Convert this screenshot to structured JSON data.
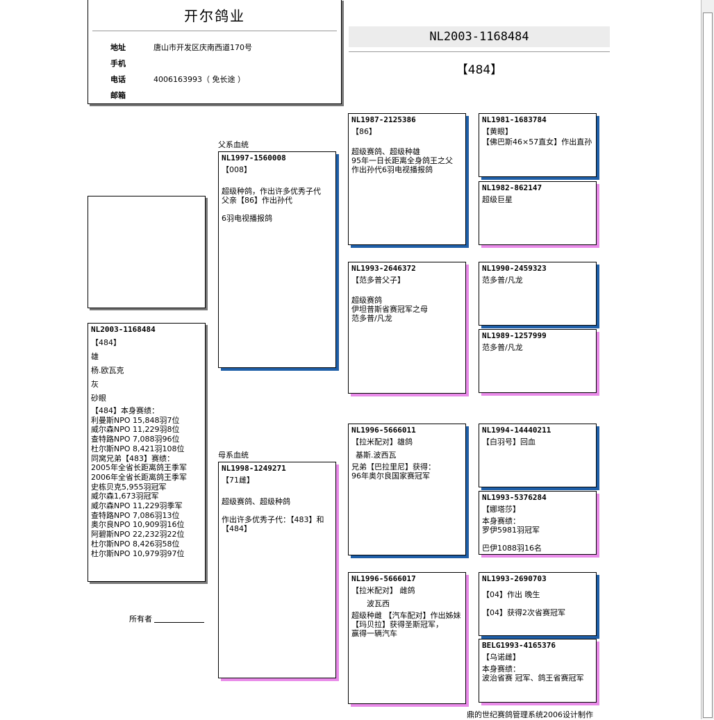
{
  "company": {
    "name": "开尔鸽业",
    "address_label": "地址",
    "address": "唐山市开发区庆南西道170号",
    "mobile_label": "手机",
    "mobile": "",
    "phone_label": "电话",
    "phone": "4006163993（ 免长途 ）",
    "email_label": "邮箱",
    "email": ""
  },
  "header": {
    "ring": "NL2003-1168484",
    "code": "【484】"
  },
  "subject": {
    "ring": "NL2003-1168484",
    "code": "【484】",
    "sex": "雄",
    "owner_name": "杨.欧瓦克",
    "color": "灰",
    "eye": "砂眼",
    "results": "【484】本身赛绩：\n利曼斯NPO 15,848羽7位\n威尔森NPO 11,229羽8位\n查特路NPO 7,088羽96位\n杜尔斯NPO 8,421羽108位\n同窝兄弟【483】赛绩：\n2005年全省长距离鸽王季军\n2006年全省长距离鸽王季军\n史栋贝克5,955羽冠军\n威尔森1,673羽冠军\n威尔森NPO 11,229羽季军\n查特路NPO 7,086羽13位\n奥尔良NPO 10,909羽16位\n阿碧斯NPO 22,232羽22位\n杜尔斯NPO 8,426羽58位\n杜尔斯NPO 10,979羽97位"
  },
  "labels": {
    "sire_line": "父系血统",
    "dam_line": "母系血统",
    "owner": "所有者",
    "footer": "鼎的世纪赛鸽管理系统2006设计制作"
  },
  "sire": {
    "ring": "NL1997-1560008",
    "name": "【008】",
    "note": "超级种鸽，作出许多优秀子代\n父亲【86】作出孙代\n\n6羽电视播报鸽"
  },
  "dam": {
    "ring": "NL1998-1249271",
    "name": "【71雌】",
    "note": "超级赛鸽、超级种鸽\n\n作出许多优秀子代：【483】和【484】"
  },
  "gp1": {
    "ring": "NL1987-2125386",
    "name": "【86】",
    "note": "超级赛鸽、超级种雄\n95年一日长距离全身鸽王之父\n作出孙代6羽电视播报鸽"
  },
  "gp2": {
    "ring": "NL1993-2646372",
    "name": "【范多普父子】",
    "note": "超级赛鸽\n伊坦普斯省赛冠军之母\n范多普/凡龙"
  },
  "gp3": {
    "ring": "NL1996-5666011",
    "name": "【拉米配对】雄鸽",
    "sub": "基斯.波西瓦",
    "note": "兄弟【巴拉里尼】获得：\n96年奥尔良国家赛冠军"
  },
  "gp4": {
    "ring": "NL1996-5666017",
    "name": "【拉米配对】 雌鸽",
    "sub": "波瓦西",
    "note": "超级种雌 【汽车配对】作出姊妹【玛贝拉】获得圣斯冠军，\n赢得一辆汽车"
  },
  "ggp1": {
    "ring": "NL1981-1683784",
    "name": "【黄眼】",
    "note": "【佛巴斯46×57直女】作出直孙"
  },
  "ggp2": {
    "ring": "NL1982-862147",
    "name": "超级巨星",
    "note": ""
  },
  "ggp3": {
    "ring": "NL1990-2459323",
    "name": "范多普/凡龙",
    "note": ""
  },
  "ggp4": {
    "ring": "NL1989-1257999",
    "name": "范多普/凡龙",
    "note": ""
  },
  "ggp5": {
    "ring": "NL1994-14440211",
    "name": "【白羽号】回血",
    "note": ""
  },
  "ggp6": {
    "ring": "NL1993-5376284",
    "name": "【娜塔莎】",
    "note": "本身赛绩：\n罗伊5981羽冠军\n\n巴伊1088羽16名"
  },
  "ggp7": {
    "ring": "NL1993-2690703",
    "name": "",
    "note": "【04】作出 晚生\n\n【04】获得2次省赛冠军"
  },
  "ggp8": {
    "ring": "BELG1993-4165376",
    "name": "【乌诺雌】",
    "note": "本身赛绩：\n波治省赛 冠军、鸽王省赛冠军"
  }
}
